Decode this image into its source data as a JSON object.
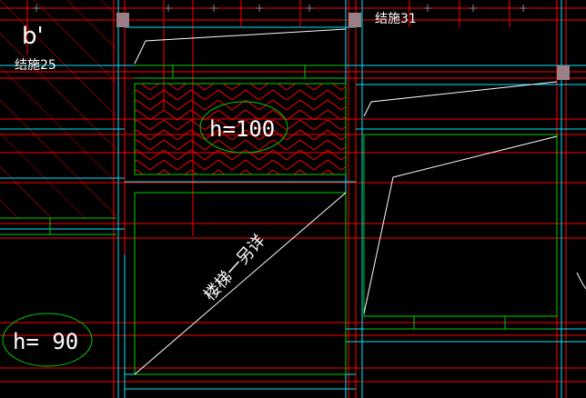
{
  "drawing": {
    "label_b_prime": "b'",
    "label_ref_25": "结施25",
    "label_ref_31": "结施31",
    "label_h100": "h=100",
    "label_h90": "h= 90",
    "label_stair": "楼梯一另详",
    "colors": {
      "background": "#000000",
      "red_grid": "#ff0000",
      "cyan": "#00e5ff",
      "green": "#00d000",
      "white": "#ffffff",
      "marker": "#9a7f86"
    }
  }
}
